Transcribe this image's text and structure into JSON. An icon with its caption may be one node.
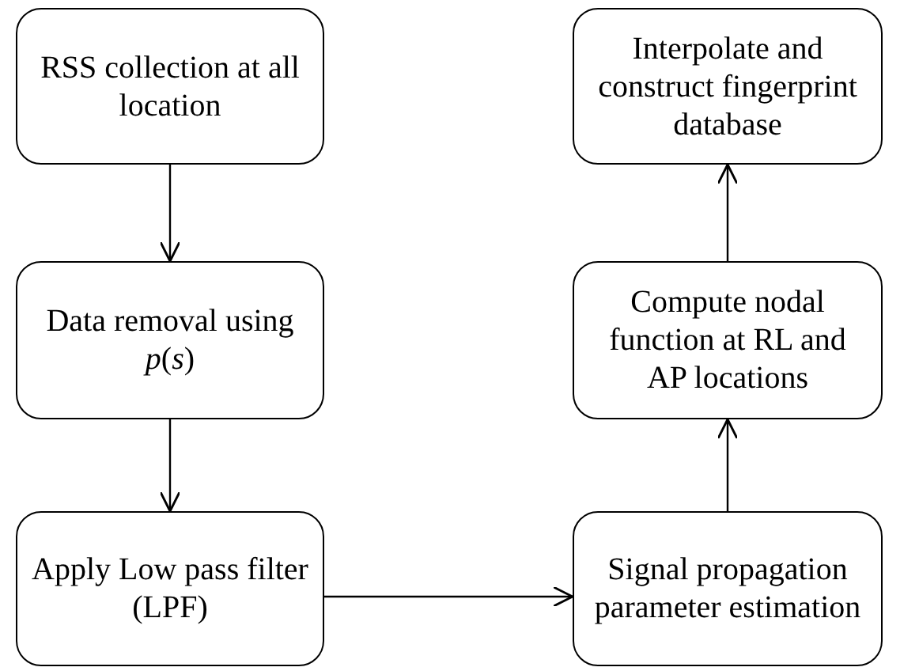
{
  "diagram": {
    "nodes": [
      {
        "text": [
          "RSS collection at all location"
        ]
      },
      {
        "text": [
          "Data removal using *p*(*s*)"
        ]
      },
      {
        "text": [
          "Apply Low pass filter (LPF)"
        ]
      },
      {
        "text": [
          "Signal propagation parameter estimation"
        ]
      },
      {
        "text": [
          "Compute nodal function at RL and AP locations"
        ]
      },
      {
        "text": [
          "Interpolate and construct fingerprint database"
        ]
      }
    ],
    "edges": [
      {
        "from": 0,
        "to": 1,
        "arrow": "to"
      },
      {
        "from": 1,
        "to": 2,
        "arrow": "to"
      },
      {
        "from": 2,
        "to": 3,
        "arrow": "to"
      },
      {
        "from": 3,
        "to": 4,
        "arrow": "to"
      },
      {
        "from": 4,
        "to": 5,
        "arrow": "to"
      }
    ]
  }
}
